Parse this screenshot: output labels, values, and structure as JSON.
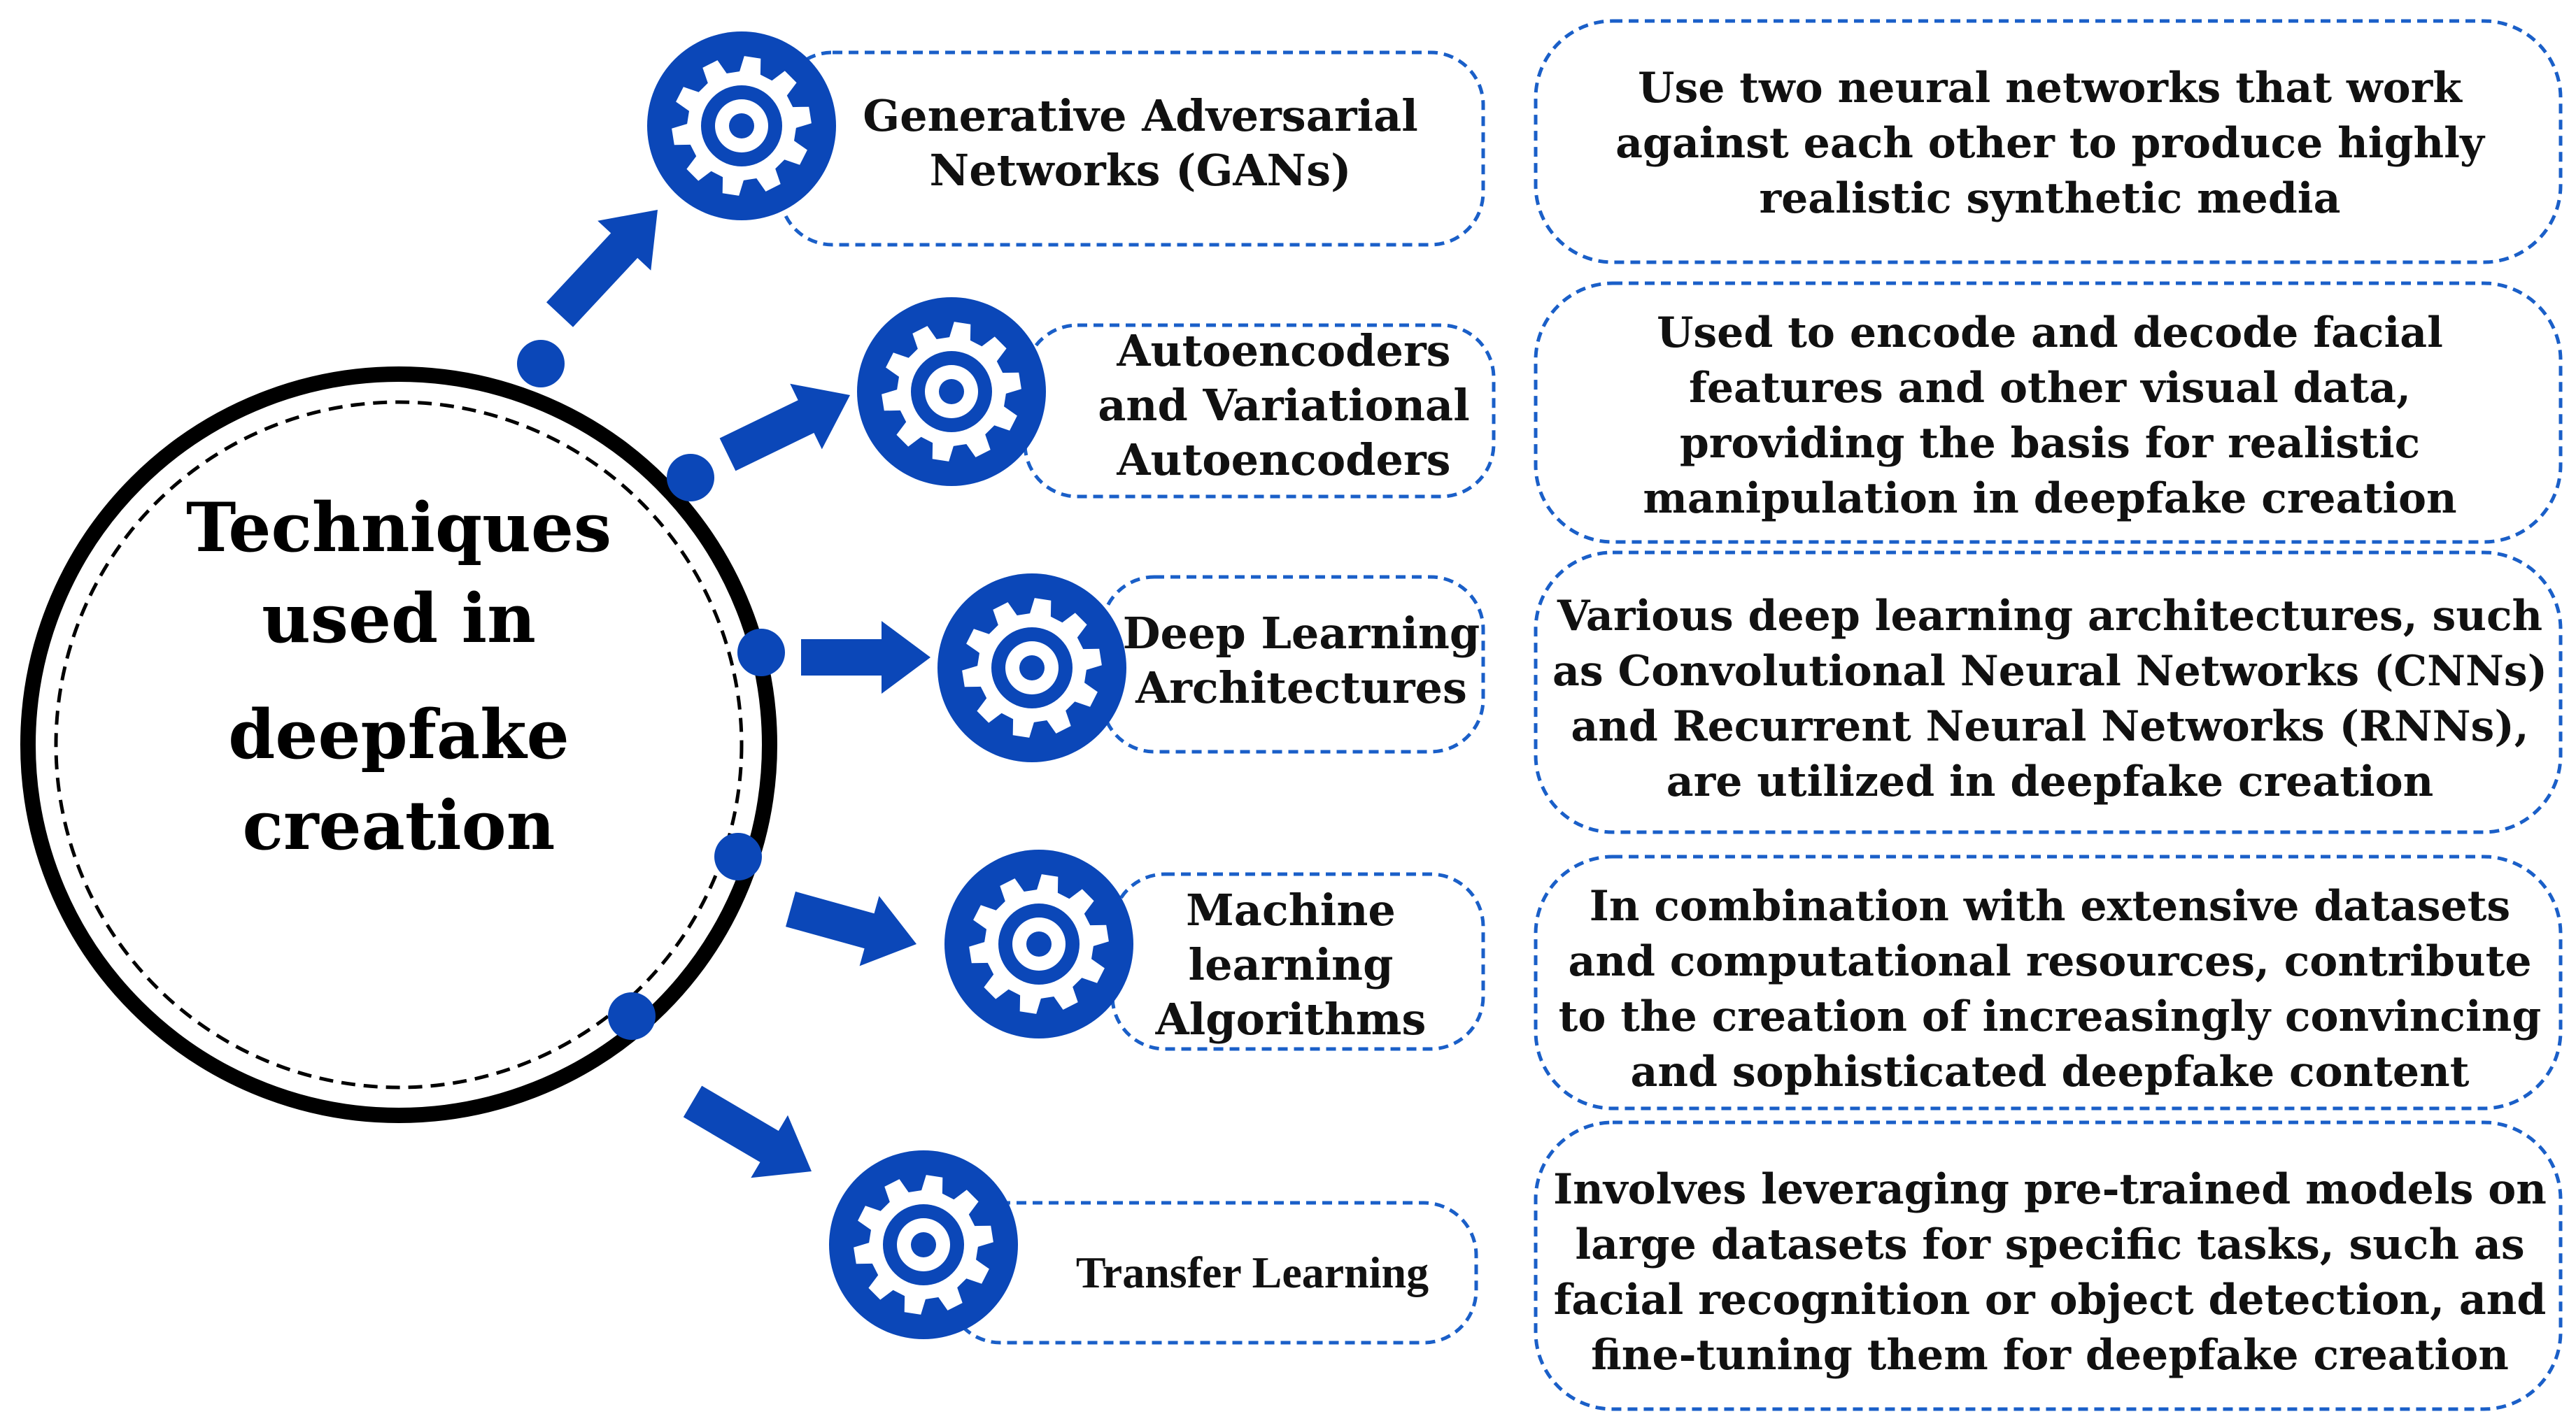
{
  "diagram": {
    "center_title_lines": [
      "Techniques",
      "used in",
      "deepfake",
      "creation"
    ],
    "colors": {
      "accent": "#0b47b8",
      "ring": "#000000",
      "border_dash": "#1a5fc8",
      "text": "#111111"
    },
    "techniques": [
      {
        "label": "Generative Adversarial Networks (GANs)",
        "icon": "gear-icon"
      },
      {
        "label": "Autoencoders and Variational Autoencoders",
        "icon": "gear-icon"
      },
      {
        "label": "Deep Learning Architectures",
        "icon": "gear-icon"
      },
      {
        "label": "Machine learning Algorithms",
        "icon": "gear-icon"
      },
      {
        "label": "Transfer Learning",
        "icon": "gear-icon"
      }
    ],
    "descriptions": [
      "Use two neural networks that work against each other to produce highly realistic synthetic media",
      "Used to encode and decode facial features and other visual data, providing the basis for realistic manipulation in deepfake creation",
      "Various deep learning architectures, such as Convolutional Neural Networks (CNNs) and Recurrent Neural Networks (RNNs), are utilized in deepfake creation",
      "In combination  with extensive datasets and computational resources, contribute to the creation of increasingly convincing and sophisticated deepfake content",
      "Involves leveraging pre-trained models on large datasets for specific tasks, such as facial recognition or object detection, and fine-tuning them for deepfake creation"
    ]
  }
}
